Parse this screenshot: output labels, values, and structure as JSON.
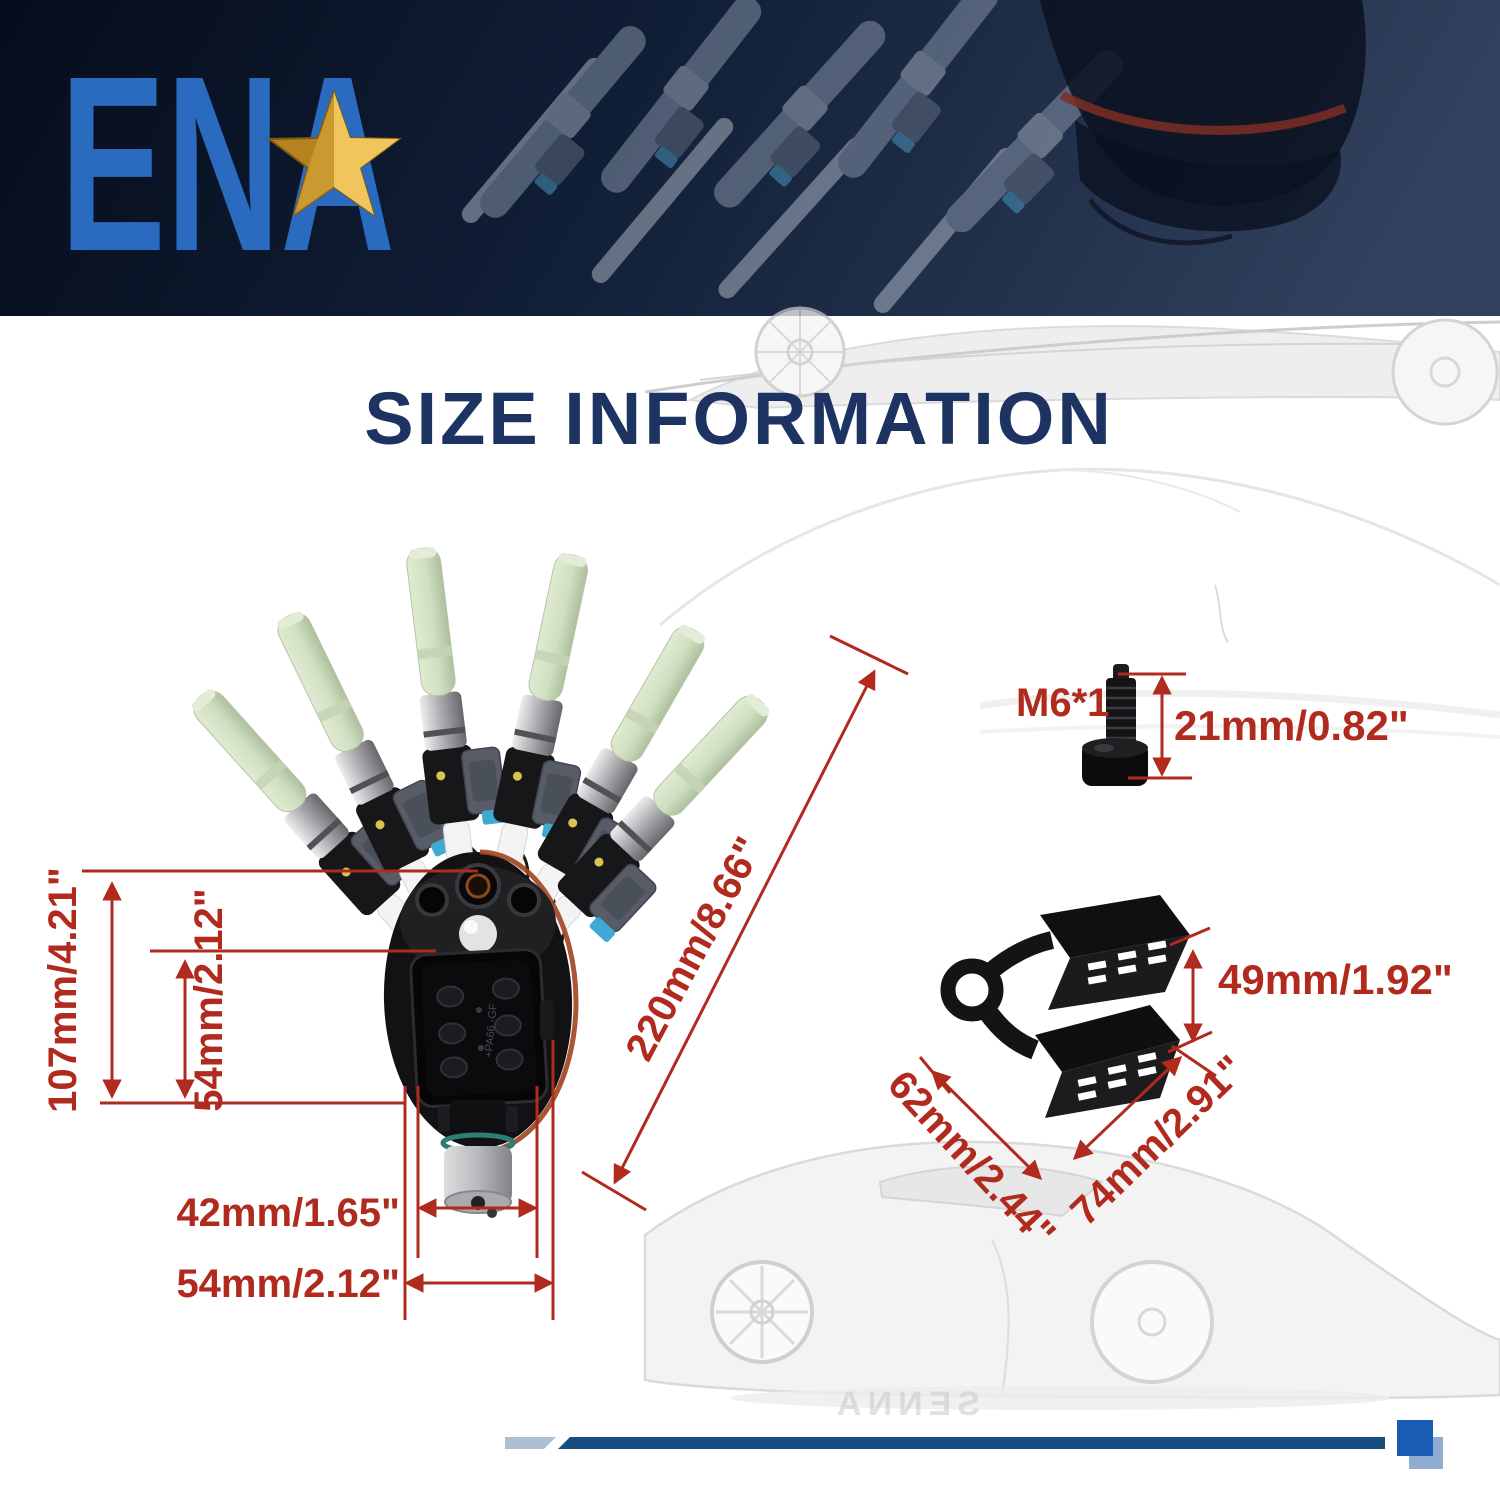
{
  "brand": {
    "logo": "ENA",
    "star": "gold-star-icon"
  },
  "title": "SIZE INFORMATION",
  "product": {
    "molding_text": "+PA66 -GF"
  },
  "dimensions": {
    "total_height": "107mm/4.21\"",
    "connector_height": "54mm/2.12\"",
    "regulator_width": "42mm/1.65\"",
    "base_width": "54mm/2.12\"",
    "overall_length": "220mm/8.66\"",
    "bolt_thread": "M6*1",
    "bolt_length": "21mm/0.82\"",
    "bracket_height": "49mm/1.92\"",
    "bracket_depth": "62mm/2.44\"",
    "bracket_width": "74mm/2.91\""
  },
  "watermark": "SENNA",
  "colors": {
    "annotation_red": "#b02a1e",
    "title_navy": "#1d3361",
    "logo_blue": "#2a6abf",
    "star_gold": "#d69a33",
    "banner_dark": "#0a1628",
    "bar_blue": "#164e80",
    "square_dark": "#1a5cb3",
    "square_light": "#8fadd3"
  }
}
